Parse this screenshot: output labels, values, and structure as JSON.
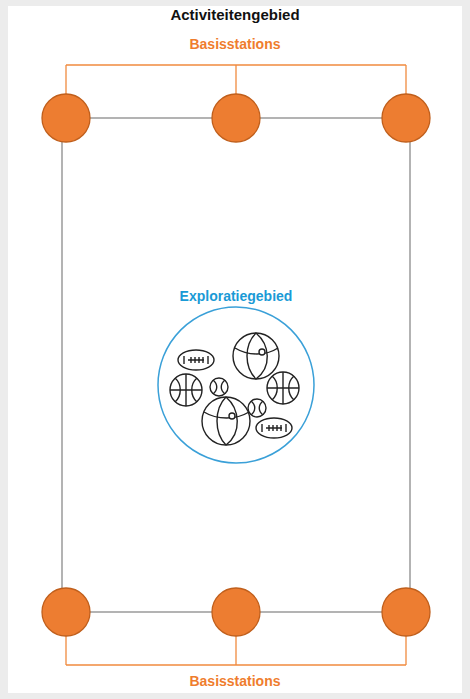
{
  "diagram": {
    "title": "Activiteitengebied",
    "nodes": [
      {
        "text": [
          "Exploratiegebied"
        ]
      }
    ],
    "labels": [
      "Basisstations",
      "Basisstations"
    ]
  }
}
